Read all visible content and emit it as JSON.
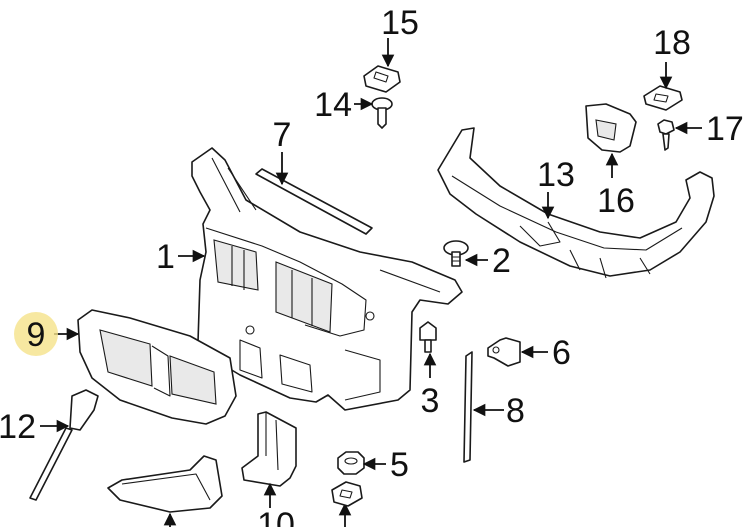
{
  "diagram": {
    "highlight_color": "#f5e28a",
    "callouts": [
      {
        "id": "c1",
        "label": "1"
      },
      {
        "id": "c2",
        "label": "2"
      },
      {
        "id": "c3",
        "label": "3"
      },
      {
        "id": "c5",
        "label": "5"
      },
      {
        "id": "c6",
        "label": "6"
      },
      {
        "id": "c7",
        "label": "7"
      },
      {
        "id": "c8",
        "label": "8"
      },
      {
        "id": "c9",
        "label": "9",
        "highlighted": true
      },
      {
        "id": "c10",
        "label": "10"
      },
      {
        "id": "c12",
        "label": "12"
      },
      {
        "id": "c13",
        "label": "13"
      },
      {
        "id": "c14",
        "label": "14"
      },
      {
        "id": "c15",
        "label": "15"
      },
      {
        "id": "c16",
        "label": "16"
      },
      {
        "id": "c17",
        "label": "17"
      },
      {
        "id": "c18",
        "label": "18"
      }
    ]
  }
}
